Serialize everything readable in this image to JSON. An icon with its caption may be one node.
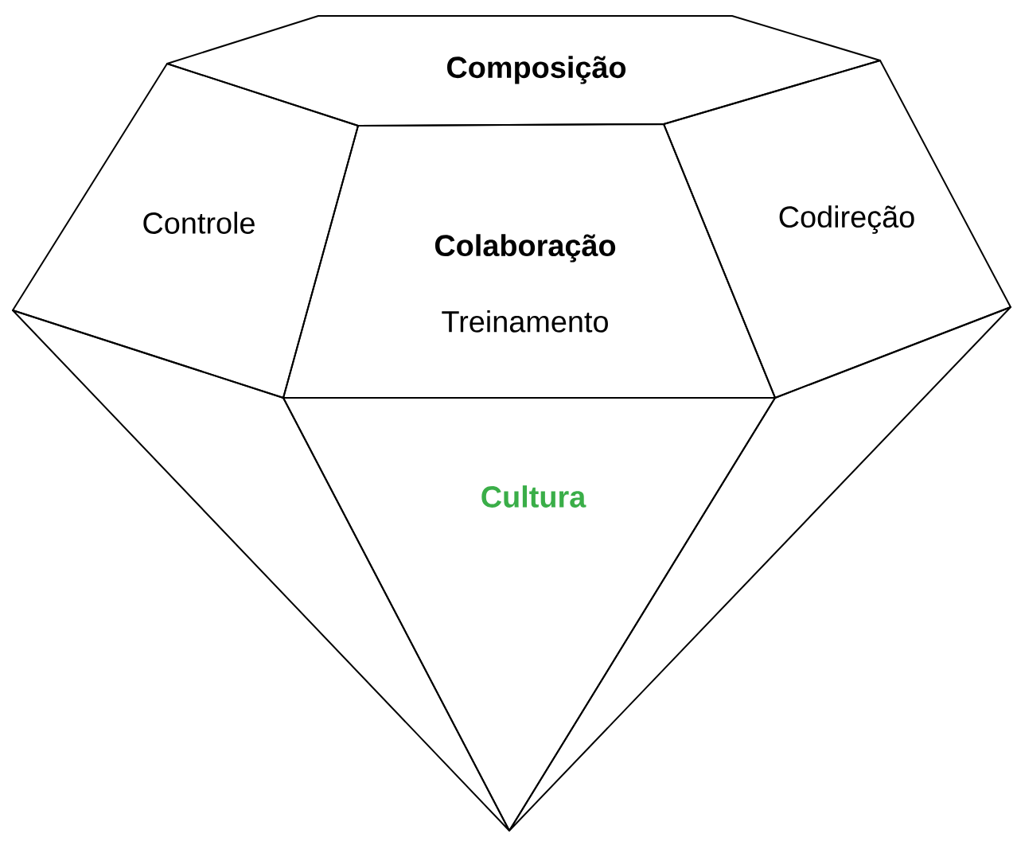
{
  "diagram": {
    "nodes": [
      {
        "text": [
          "Composição"
        ]
      },
      {
        "text": [
          "Controle"
        ]
      },
      {
        "text": [
          "Colaboração",
          "Treinamento"
        ]
      },
      {
        "text": [
          "Codireção"
        ]
      },
      {
        "text": [],
        "shape": "triangle"
      },
      {
        "text": [
          "Cultura"
        ]
      },
      {
        "text": [],
        "shape": "triangle"
      }
    ]
  }
}
